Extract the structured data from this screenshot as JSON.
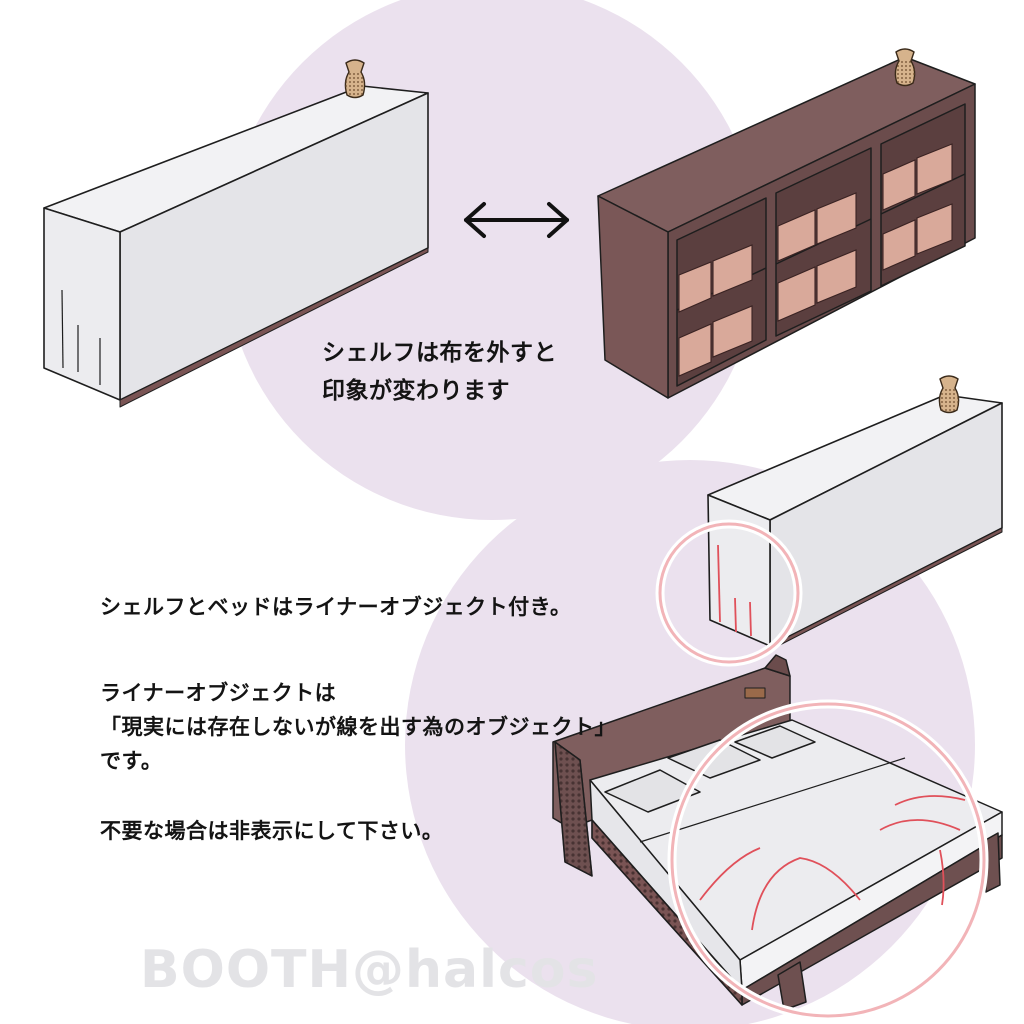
{
  "captions": {
    "shelf_line1": "シェルフは布を外すと",
    "shelf_line2": "印象が変わります",
    "liner_intro": "シェルフとベッドはライナーオブジェクト付き。",
    "liner_def_line1": "ライナーオブジェクトは",
    "liner_def_line2": "「現実には存在しないが線を出す為のオブジェクト」",
    "liner_def_line3": "です。",
    "hide_note": "不要な場合は非表示にして下さい。"
  },
  "watermark": "BOOTH@halcos",
  "icons": {
    "arrow": "double-arrow-icon",
    "knob": "wooden-knob-icon"
  },
  "colors": {
    "background": "#ffffff",
    "circle_tint": "#ebe1ee",
    "cloth": "#e7e7ea",
    "cloth_top": "#f2f2f4",
    "wood_dark": "#6e5050",
    "wood_mid": "#7e5e5d",
    "crate": "#d9a99a",
    "knob": "#d6b38c",
    "liner_red": "#e0505a",
    "highlight_ring": "#f2b4b8",
    "text": "#141414",
    "watermark": "#e3e3e6"
  }
}
